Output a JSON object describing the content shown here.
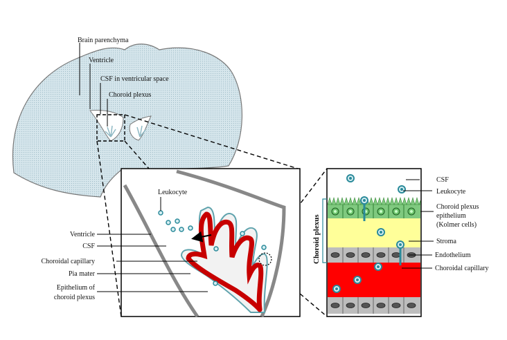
{
  "labels": {
    "brain_parenchyma": "Brain parenchyma",
    "ventricle_top": "Ventricle",
    "csf_ventricular": "CSF in ventricular space",
    "choroid_plexus": "Choroid plexus",
    "leukocyte_mid": "Leukocyte",
    "ventricle_left": "Ventricle",
    "csf_left": "CSF",
    "choroidal_capillary_left": "Choroidal capillary",
    "pia_mater": "Pia mater",
    "epithelium_line1": "Epithelium of",
    "epithelium_line2": "choroid plexus",
    "csf_right": "CSF",
    "leukocyte_right": "Leukocyte",
    "cp_epithelium_line1": "Choroid plexus",
    "cp_epithelium_line2": "epithelium",
    "cp_epithelium_line3": "(Kolmer cells)",
    "stroma": "Stroma",
    "endothelium": "Endothelium",
    "choroidal_capillary_right": "Choroidal capillary",
    "choroid_plexus_vertical": "Choroid plexus"
  },
  "colors": {
    "brain_fill": "#cfe1e8",
    "epithelium_green": "#7fc97f",
    "stroma_yellow": "#ffff99",
    "capillary_red": "#ff0000",
    "endothelium_gray": "#bdbdbd",
    "leukocyte_teal": "#2a8a9a"
  }
}
